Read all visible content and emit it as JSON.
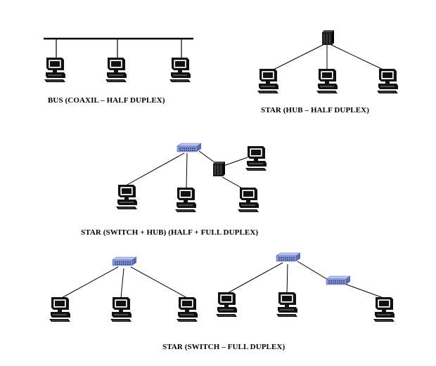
{
  "diagrams": [
    {
      "id": "bus",
      "caption": "BUS (COAXIL – HALF DUPLEX)",
      "medium": "coaxial bus cable",
      "computers": 3
    },
    {
      "id": "star-hub",
      "caption": "STAR (HUB – HALF DUPLEX)",
      "central_device": "hub",
      "computers": 3
    },
    {
      "id": "star-switch-hub",
      "caption": "STAR (SWITCH + HUB) (HALF + FULL DUPLEX)",
      "central_device": "switch",
      "secondary_device": "hub",
      "computers": 4
    },
    {
      "id": "star-switch",
      "caption": "STAR (SWITCH – FULL DUPLEX)",
      "central_device": "switch",
      "secondary_device": "switch",
      "computers": 6
    }
  ],
  "icons": {
    "computer": "computer-icon",
    "hub": "hub-icon",
    "switch": "switch-icon"
  },
  "colors": {
    "line": "#000000",
    "computer": "#111111",
    "hub": "#1a1a1a",
    "switch_body": "#8a9bd6",
    "switch_top": "#b9c5ee",
    "switch_front": "#5a6bb0"
  }
}
